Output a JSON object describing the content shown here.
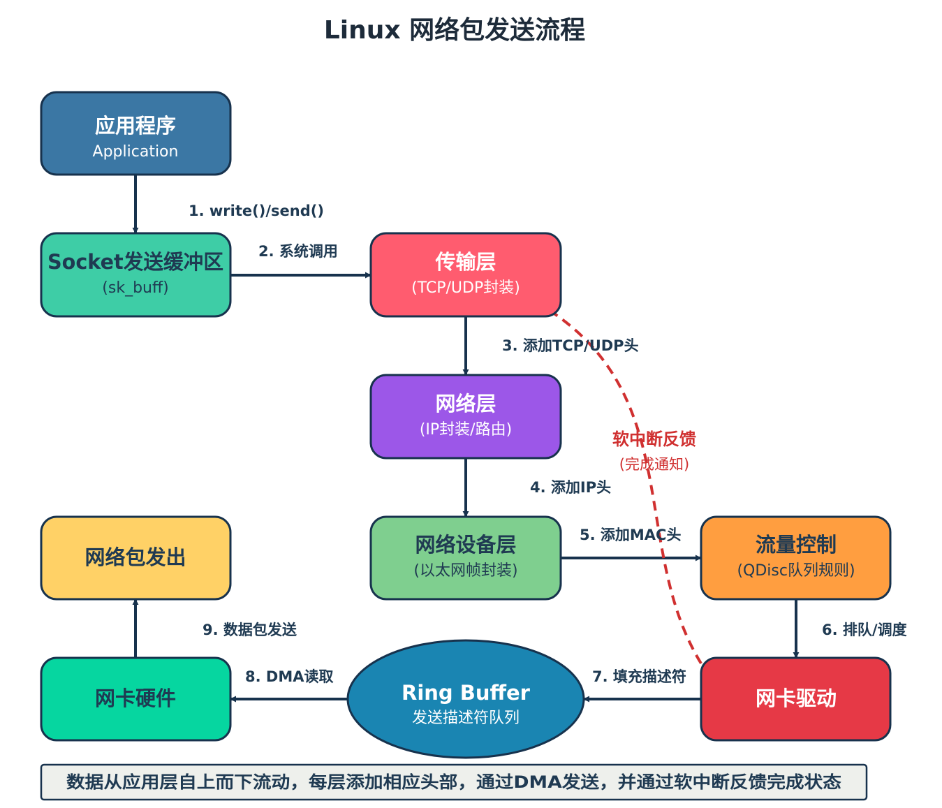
{
  "title": "Linux 网络包发送流程",
  "nodes": {
    "app": {
      "title": "应用程序",
      "subtitle": "Application",
      "fill": "#3b77a4",
      "text_color": "#ffffff"
    },
    "socket": {
      "title": "Socket发送缓冲区",
      "subtitle": "(sk_buff)",
      "fill": "#3ecda6",
      "text_color": "#1f3a52"
    },
    "transport": {
      "title": "传输层",
      "subtitle": "(TCP/UDP封装)",
      "fill": "#ff5c6f",
      "text_color": "#ffffff"
    },
    "network": {
      "title": "网络层",
      "subtitle": "(IP封装/路由)",
      "fill": "#9c57e8",
      "text_color": "#ffffff"
    },
    "netdev": {
      "title": "网络设备层",
      "subtitle": "(以太网帧封装)",
      "fill": "#7fcf8f",
      "text_color": "#1f3a52"
    },
    "qdisc": {
      "title": "流量控制",
      "subtitle": "(QDisc队列规则)",
      "fill": "#ff9e40",
      "text_color": "#1f3a52"
    },
    "driver": {
      "title": "网卡驱动",
      "subtitle": "",
      "fill": "#e63946",
      "text_color": "#ffffff"
    },
    "ringbuffer": {
      "title": "Ring Buffer",
      "subtitle": "发送描述符队列",
      "fill": "#1a85b2",
      "text_color": "#ffffff"
    },
    "nic": {
      "title": "网卡硬件",
      "subtitle": "",
      "fill": "#06d6a0",
      "text_color": "#1f3a52"
    },
    "out": {
      "title": "网络包发出",
      "subtitle": "",
      "fill": "#ffd166",
      "text_color": "#1f3a52"
    }
  },
  "edges": {
    "e1": "1. write()/send()",
    "e2": "2. 系统调用",
    "e3": "3. 添加TCP/UDP头",
    "e4": "4. 添加IP头",
    "e5": "5. 添加MAC头",
    "e6": "6. 排队/调度",
    "e7": "7. 填充描述符",
    "e8": "8. DMA读取",
    "e9": "9. 数据包发送"
  },
  "feedback": {
    "title": "软中断反馈",
    "subtitle": "(完成通知)",
    "color": "#d03030"
  },
  "footer": "数据从应用层自上而下流动，每层添加相应头部，通过DMA发送，并通过软中断反馈完成状态",
  "colors": {
    "stroke": "#17324d",
    "arrow": "#17324d",
    "footer_bg": "#eef0ec"
  }
}
